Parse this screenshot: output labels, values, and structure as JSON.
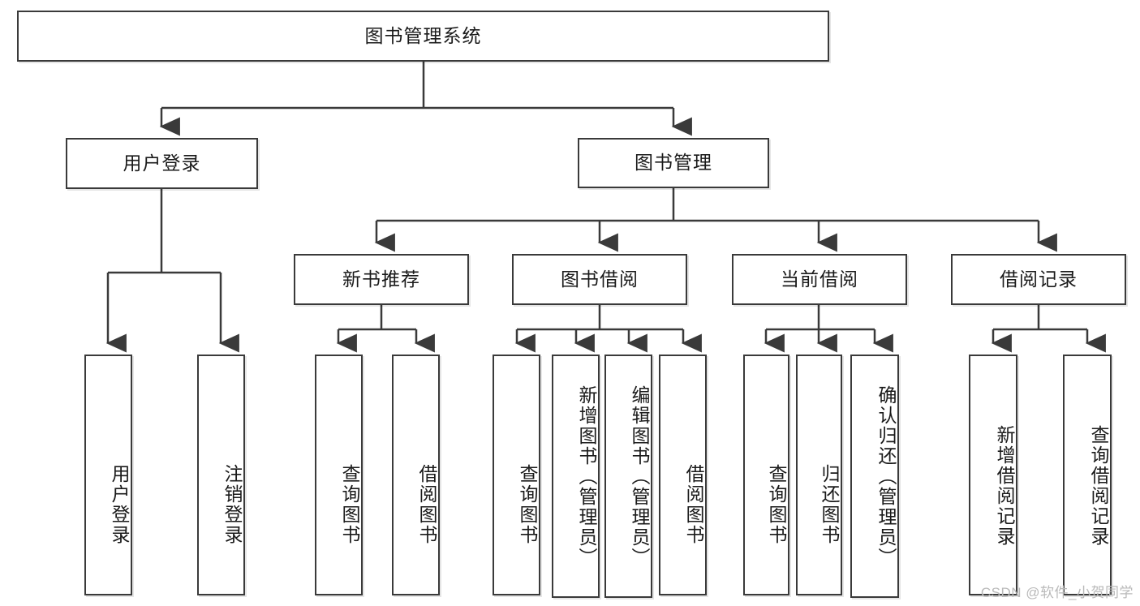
{
  "diagram": {
    "type": "tree",
    "title": "图书管理系统",
    "root": {
      "id": "root",
      "label": "图书管理系统"
    },
    "level2": [
      {
        "id": "user-login",
        "label": "用户登录"
      },
      {
        "id": "book-manage",
        "label": "图书管理"
      }
    ],
    "level3": [
      {
        "id": "new-book-recommend",
        "label": "新书推荐",
        "parent": "book-manage"
      },
      {
        "id": "book-borrow",
        "label": "图书借阅",
        "parent": "book-manage"
      },
      {
        "id": "current-borrow",
        "label": "当前借阅",
        "parent": "book-manage"
      },
      {
        "id": "borrow-record",
        "label": "借阅记录",
        "parent": "book-manage"
      }
    ],
    "leaves": [
      {
        "id": "leaf-user-login",
        "label": "用户登录",
        "parent": "user-login"
      },
      {
        "id": "leaf-logout",
        "label": "注销登录",
        "parent": "user-login"
      },
      {
        "id": "leaf-query-book-1",
        "label": "查询图书",
        "parent": "new-book-recommend"
      },
      {
        "id": "leaf-borrow-book-1",
        "label": "借阅图书",
        "parent": "new-book-recommend"
      },
      {
        "id": "leaf-query-book-2",
        "label": "查询图书",
        "parent": "book-borrow"
      },
      {
        "id": "leaf-add-book",
        "label": "新增图书（管理员）",
        "parent": "book-borrow"
      },
      {
        "id": "leaf-edit-book",
        "label": "编辑图书（管理员）",
        "parent": "book-borrow"
      },
      {
        "id": "leaf-borrow-book-2",
        "label": "借阅图书",
        "parent": "book-borrow"
      },
      {
        "id": "leaf-query-book-3",
        "label": "查询图书",
        "parent": "current-borrow"
      },
      {
        "id": "leaf-return-book",
        "label": "归还图书",
        "parent": "current-borrow"
      },
      {
        "id": "leaf-confirm-return",
        "label": "确认归还（管理员）",
        "parent": "current-borrow"
      },
      {
        "id": "leaf-add-record",
        "label": "新增借阅记录",
        "parent": "borrow-record"
      },
      {
        "id": "leaf-query-record",
        "label": "查询借阅记录",
        "parent": "borrow-record"
      }
    ],
    "colors": {
      "stroke": "#3a3a3a",
      "fill": "#ffffff",
      "text": "#1a1a1a",
      "watermark": "#b9b9b9"
    }
  },
  "watermark": {
    "text": "CSDN @软件_小贺同学"
  }
}
